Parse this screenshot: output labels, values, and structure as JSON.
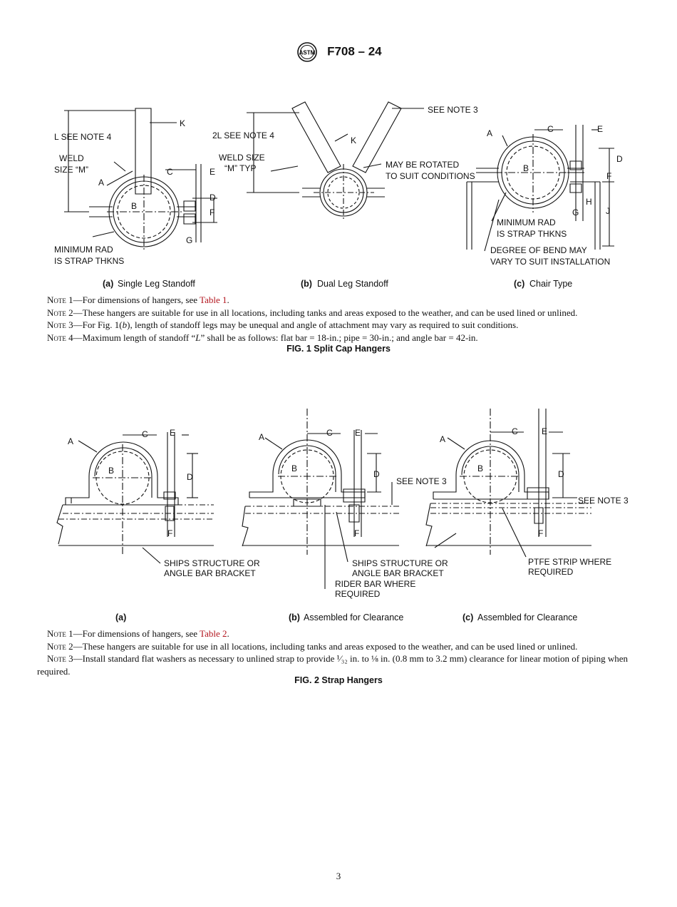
{
  "header": {
    "designation": "F708 – 24",
    "logo_text": "ASTM"
  },
  "fig1": {
    "title": "FIG. 1 Split Cap Hangers",
    "a": {
      "caption_letter": "(a)",
      "caption_text": "Single Leg Standoff",
      "labels": {
        "l_note": "L SEE NOTE 4",
        "weld1": "WELD",
        "weld2": "SIZE “M”",
        "k": "K",
        "c": "C",
        "e": "E",
        "a": "A",
        "b": "B",
        "d": "D",
        "f": "F",
        "g": "G",
        "minrad1": "MINIMUM RAD",
        "minrad2": "IS STRAP THKNS"
      }
    },
    "b": {
      "caption_letter": "(b)",
      "caption_text": "Dual Leg Standoff",
      "labels": {
        "l_note": "2L SEE NOTE 4",
        "weld1": "WELD SIZE",
        "weld2": "“M” TYP",
        "k": "K",
        "see_note3": "SEE NOTE 3",
        "rot1": "MAY BE ROTATED",
        "rot2": "TO SUIT CONDITIONS"
      }
    },
    "c": {
      "caption_letter": "(c)",
      "caption_text": "Chair Type",
      "labels": {
        "a": "A",
        "b": "B",
        "c": "C",
        "e": "E",
        "d": "D",
        "f": "F",
        "h": "H",
        "g": "G",
        "j": "J",
        "minrad1": "MINIMUM RAD",
        "minrad2": "IS STRAP THKNS",
        "deg1": "DEGREE OF BEND MAY",
        "deg2": "VARY TO SUIT INSTALLATION"
      }
    },
    "notes": [
      {
        "label": "Note",
        "num": "1",
        "pre": "—For dimensions of hangers, see ",
        "link": "Table 1",
        "post": "."
      },
      {
        "label": "Note",
        "num": "2",
        "text": "—These hangers are suitable for use in all locations, including tanks and areas exposed to the weather, and can be used lined or unlined."
      },
      {
        "label": "Note",
        "num": "3",
        "pre": "—For Fig. 1(",
        "ital": "b",
        "post": "), length of standoff legs may be unequal and angle of attachment may vary as required to suit conditions."
      },
      {
        "label": "Note",
        "num": "4",
        "pre": "—Maximum length of standoff “",
        "ital": "L",
        "post": "” shall be as follows: flat bar = 18-in.; pipe = 30-in.; and angle bar = 42-in."
      }
    ]
  },
  "fig2": {
    "title": "FIG. 2 Strap Hangers",
    "a": {
      "caption_letter": "(a)",
      "caption_text": "",
      "labels": {
        "a": "A",
        "b": "B",
        "c": "C",
        "e": "E",
        "d": "D",
        "f": "F",
        "ships1": "SHIPS STRUCTURE OR",
        "ships2": "ANGLE BAR BRACKET"
      }
    },
    "b": {
      "caption_letter": "(b)",
      "caption_text": "Assembled for Clearance",
      "labels": {
        "a": "A",
        "b": "B",
        "c": "C",
        "e": "E",
        "d": "D",
        "f": "F",
        "note3": "SEE NOTE 3",
        "ships1": "SHIPS STRUCTURE OR",
        "ships2": "ANGLE BAR BRACKET",
        "rider1": "RIDER BAR WHERE",
        "rider2": "REQUIRED"
      }
    },
    "c": {
      "caption_letter": "(c)",
      "caption_text": "Assembled for Clearance",
      "labels": {
        "a": "A",
        "b": "B",
        "c": "C",
        "e": "E",
        "d": "D",
        "f": "F",
        "note3": "SEE NOTE 3",
        "ptfe1": "PTFE STRIP WHERE",
        "ptfe2": "REQUIRED"
      }
    },
    "notes": [
      {
        "label": "Note",
        "num": "1",
        "pre": "—For dimensions of hangers, see ",
        "link": "Table 2",
        "post": "."
      },
      {
        "label": "Note",
        "num": "2",
        "text": "—These hangers are suitable for use in all locations, including tanks and areas exposed to the weather, and can be used lined or unlined."
      },
      {
        "label": "Note",
        "num": "3",
        "text": "—Install standard flat washers as necessary to unlined strap to provide ¹⁄₃₂ in. to ⅛ in. (0.8 mm to 3.2 mm) clearance for linear motion of piping when required."
      }
    ]
  },
  "footer": {
    "page_number": "3"
  }
}
